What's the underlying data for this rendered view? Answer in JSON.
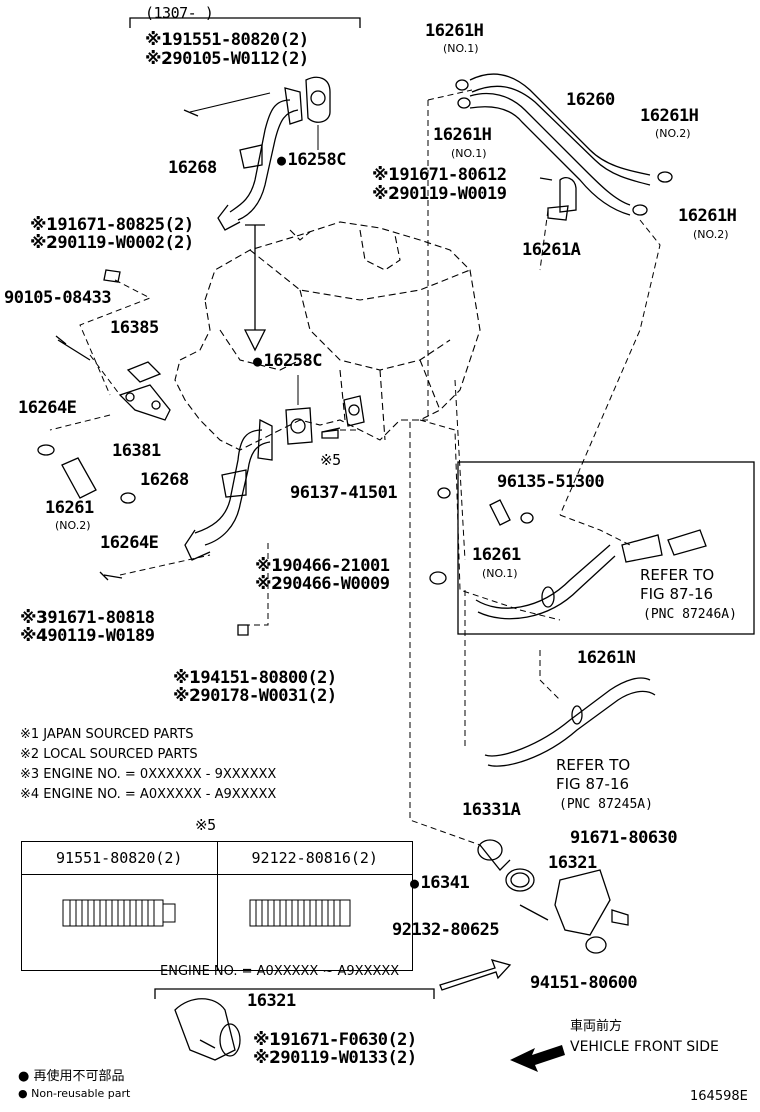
{
  "labels": {
    "top_bracket": "(1307-     )",
    "p1": "91551-80820(2)",
    "p2": "90105-W0112(2)",
    "p3": "16268",
    "p4": "16258C",
    "p5": "91671-80825(2)",
    "p6": "90119-W0002(2)",
    "p7": "90105-08433",
    "p8": "16385",
    "p9": "16258C",
    "p10": "16264E",
    "p11": "16381",
    "p12": "16268",
    "p13": "16261",
    "p13_sub": "(NO.2)",
    "p14": "16264E",
    "p15": "91671-80818",
    "p16": "90119-W0189",
    "p17": "94151-80800(2)",
    "p18": "90178-W0031(2)",
    "p19": "16261H",
    "p19_sub": "(NO.1)",
    "p20": "16261H",
    "p20_sub": "(NO.1)",
    "p21": "16260",
    "p22": "16261H",
    "p22_sub": "(NO.2)",
    "p23": "91671-80612",
    "p24": "90119-W0019",
    "p25": "16261H",
    "p25_sub": "(NO.2)",
    "p26": "16261A",
    "p27": "96137-41501",
    "p28": "96135-51300",
    "p29": "16261",
    "p29_sub": "(NO.1)",
    "p30": "90466-21001",
    "p31": "90466-W0009",
    "p32": "16261N",
    "p33": "16331A",
    "p34": "16341",
    "p35": "92132-80625",
    "p36": "91671-80630",
    "p37": "16321",
    "p38": "94151-80600",
    "p39": "16321",
    "p40": "91671-F0630(2)",
    "p41": "90119-W0133(2)",
    "mark5": "※5",
    "ref1_a": "REFER TO",
    "ref1_b": "FIG 87-16",
    "ref1_c": "(PNC 87246A)",
    "ref2_a": "REFER TO",
    "ref2_b": "FIG 87-16",
    "ref2_c": "(PNC 87245A)",
    "engine_no": "ENGINE NO. = A0XXXXX ~ A9XXXXX",
    "front_jp": "車両前方",
    "front_en": "VEHICLE FRONT SIDE",
    "nonreuse_jp": "再使用不可部品",
    "nonreuse_en": "Non-reusable part",
    "figure_id": "164598E"
  },
  "marks": {
    "m1": "※1",
    "m2": "※2",
    "m3": "※3",
    "m4": "※4"
  },
  "notes": [
    "※1 JAPAN SOURCED PARTS",
    "※2 LOCAL SOURCED PARTS",
    "※3 ENGINE NO. = 0XXXXXX - 9XXXXXX",
    "※4 ENGINE NO. = A0XXXXX - A9XXXXX"
  ],
  "bolt_table": {
    "marker": "※5",
    "headers": [
      "91551-80820(2)",
      "92122-80816(2)"
    ]
  }
}
